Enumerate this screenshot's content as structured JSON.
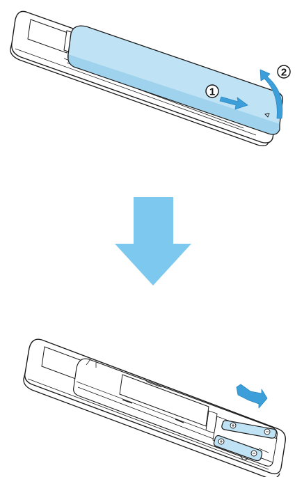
{
  "diagram": {
    "steps": [
      {
        "marker": "1",
        "action": "slide-cover"
      },
      {
        "marker": "2",
        "action": "lift-cover"
      }
    ],
    "transition_icon": "down-arrow-icon",
    "colors": {
      "cover_fill": "#bfe3f5",
      "arrow_blue": "#3d9fd9",
      "big_arrow": "#7dc8ee",
      "outline": "#1a1a1a"
    }
  }
}
